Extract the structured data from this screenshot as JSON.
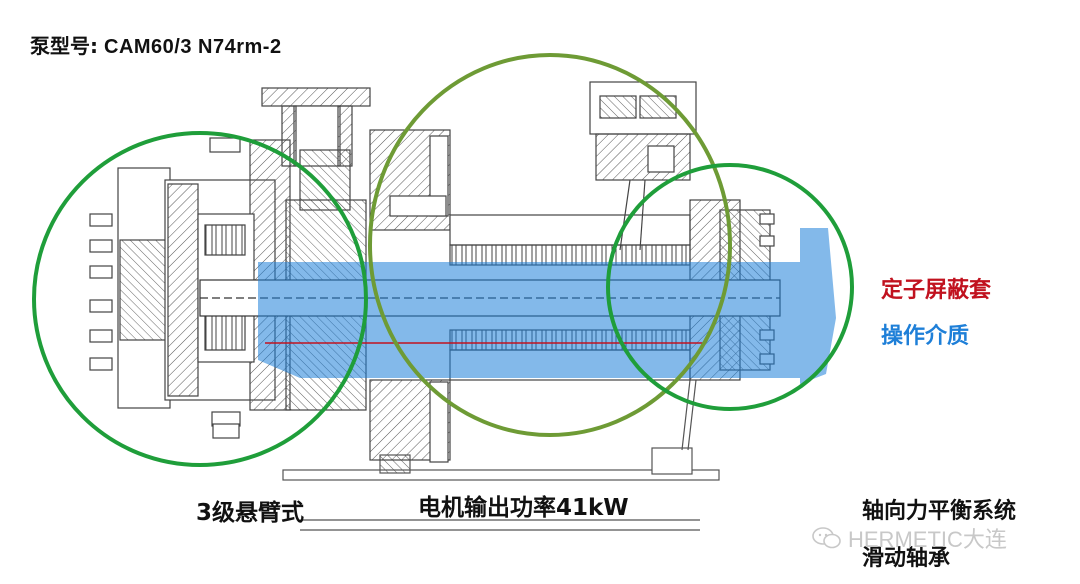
{
  "header": {
    "label": "泵型号:",
    "model": "CAM60/3 N74rm-2"
  },
  "legend": {
    "stator_shield": "定子屏蔽套",
    "operating_medium": "操作介质"
  },
  "annotations": {
    "stages": "3级悬臂式",
    "motor_power": "电机输出功率41kW",
    "axial_balance": "轴向力平衡系统",
    "sliding_bearing": "滑动轴承"
  },
  "watermark": {
    "text": "HERMETIC大连",
    "icon": "wechat-icon"
  },
  "colors": {
    "circle_green": "#1f9e3a",
    "circle_olive": "#6e9b35",
    "medium_blue": "#1e7fd8",
    "shield_red": "#c1121f",
    "line": "#444444"
  }
}
